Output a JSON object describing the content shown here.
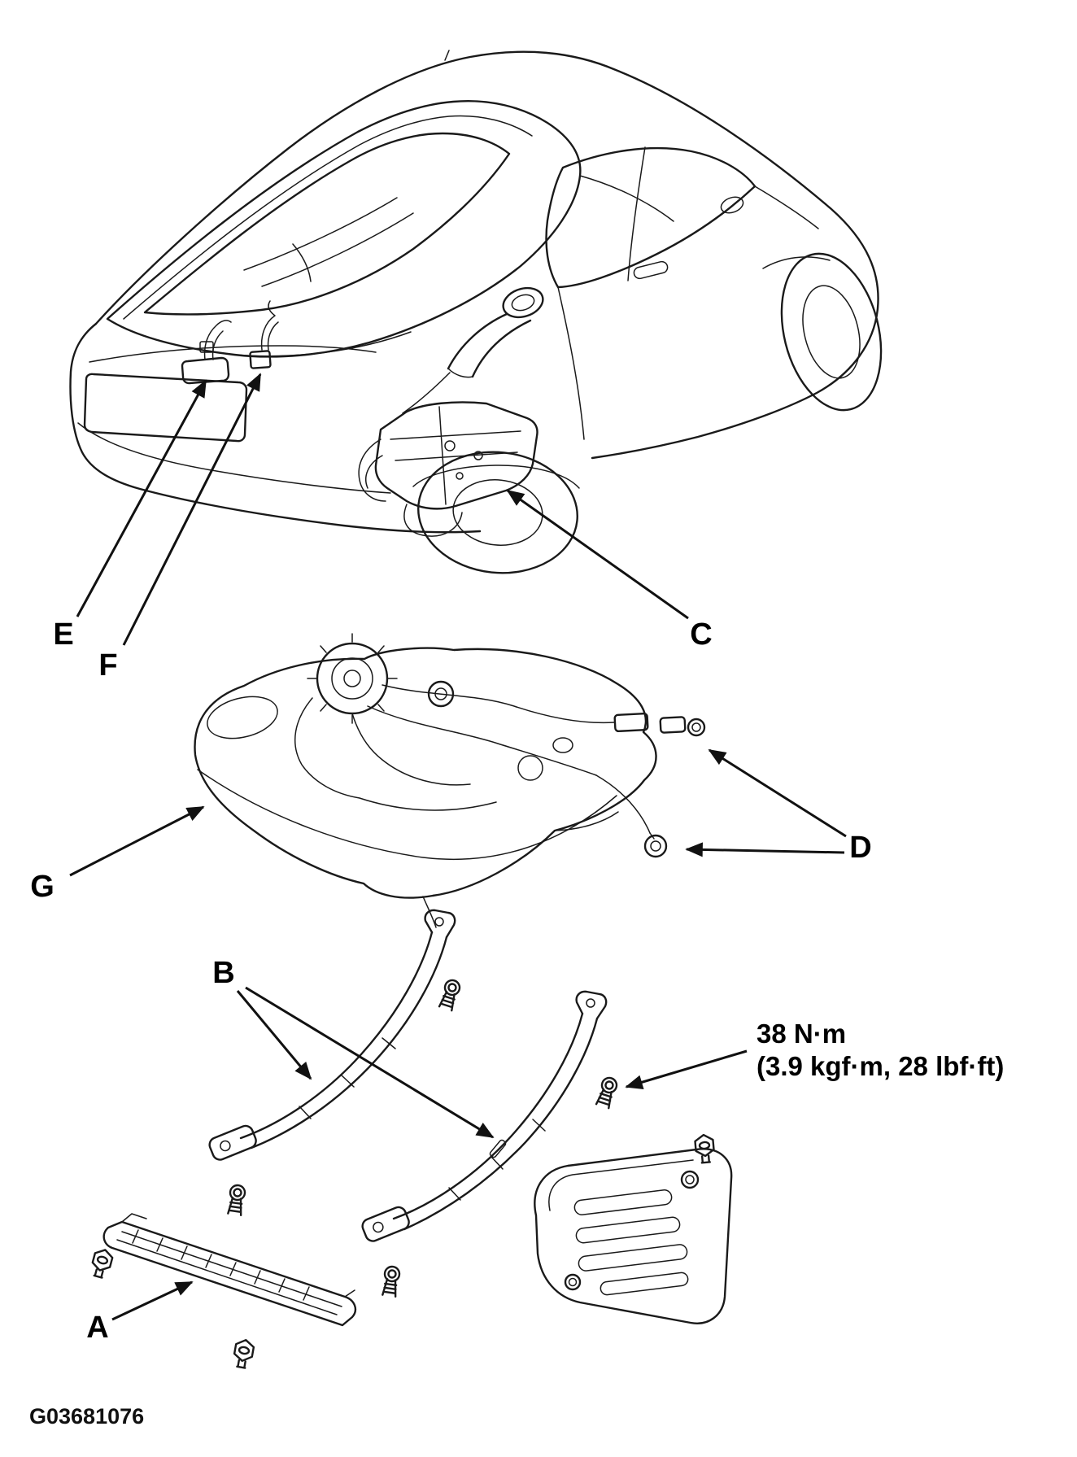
{
  "diagram": {
    "description": "exploded-parts-diagram",
    "background_color": "#ffffff",
    "line_color": "#1a1a1a",
    "callouts": {
      "a": "A",
      "b": "B",
      "c": "C",
      "d": "D",
      "e": "E",
      "f": "F",
      "g": "G"
    },
    "torque_note": {
      "line1": "38 N·m",
      "line2": "(3.9 kgf·m, 28 lbf·ft)"
    },
    "figure_id": "G03681076"
  }
}
